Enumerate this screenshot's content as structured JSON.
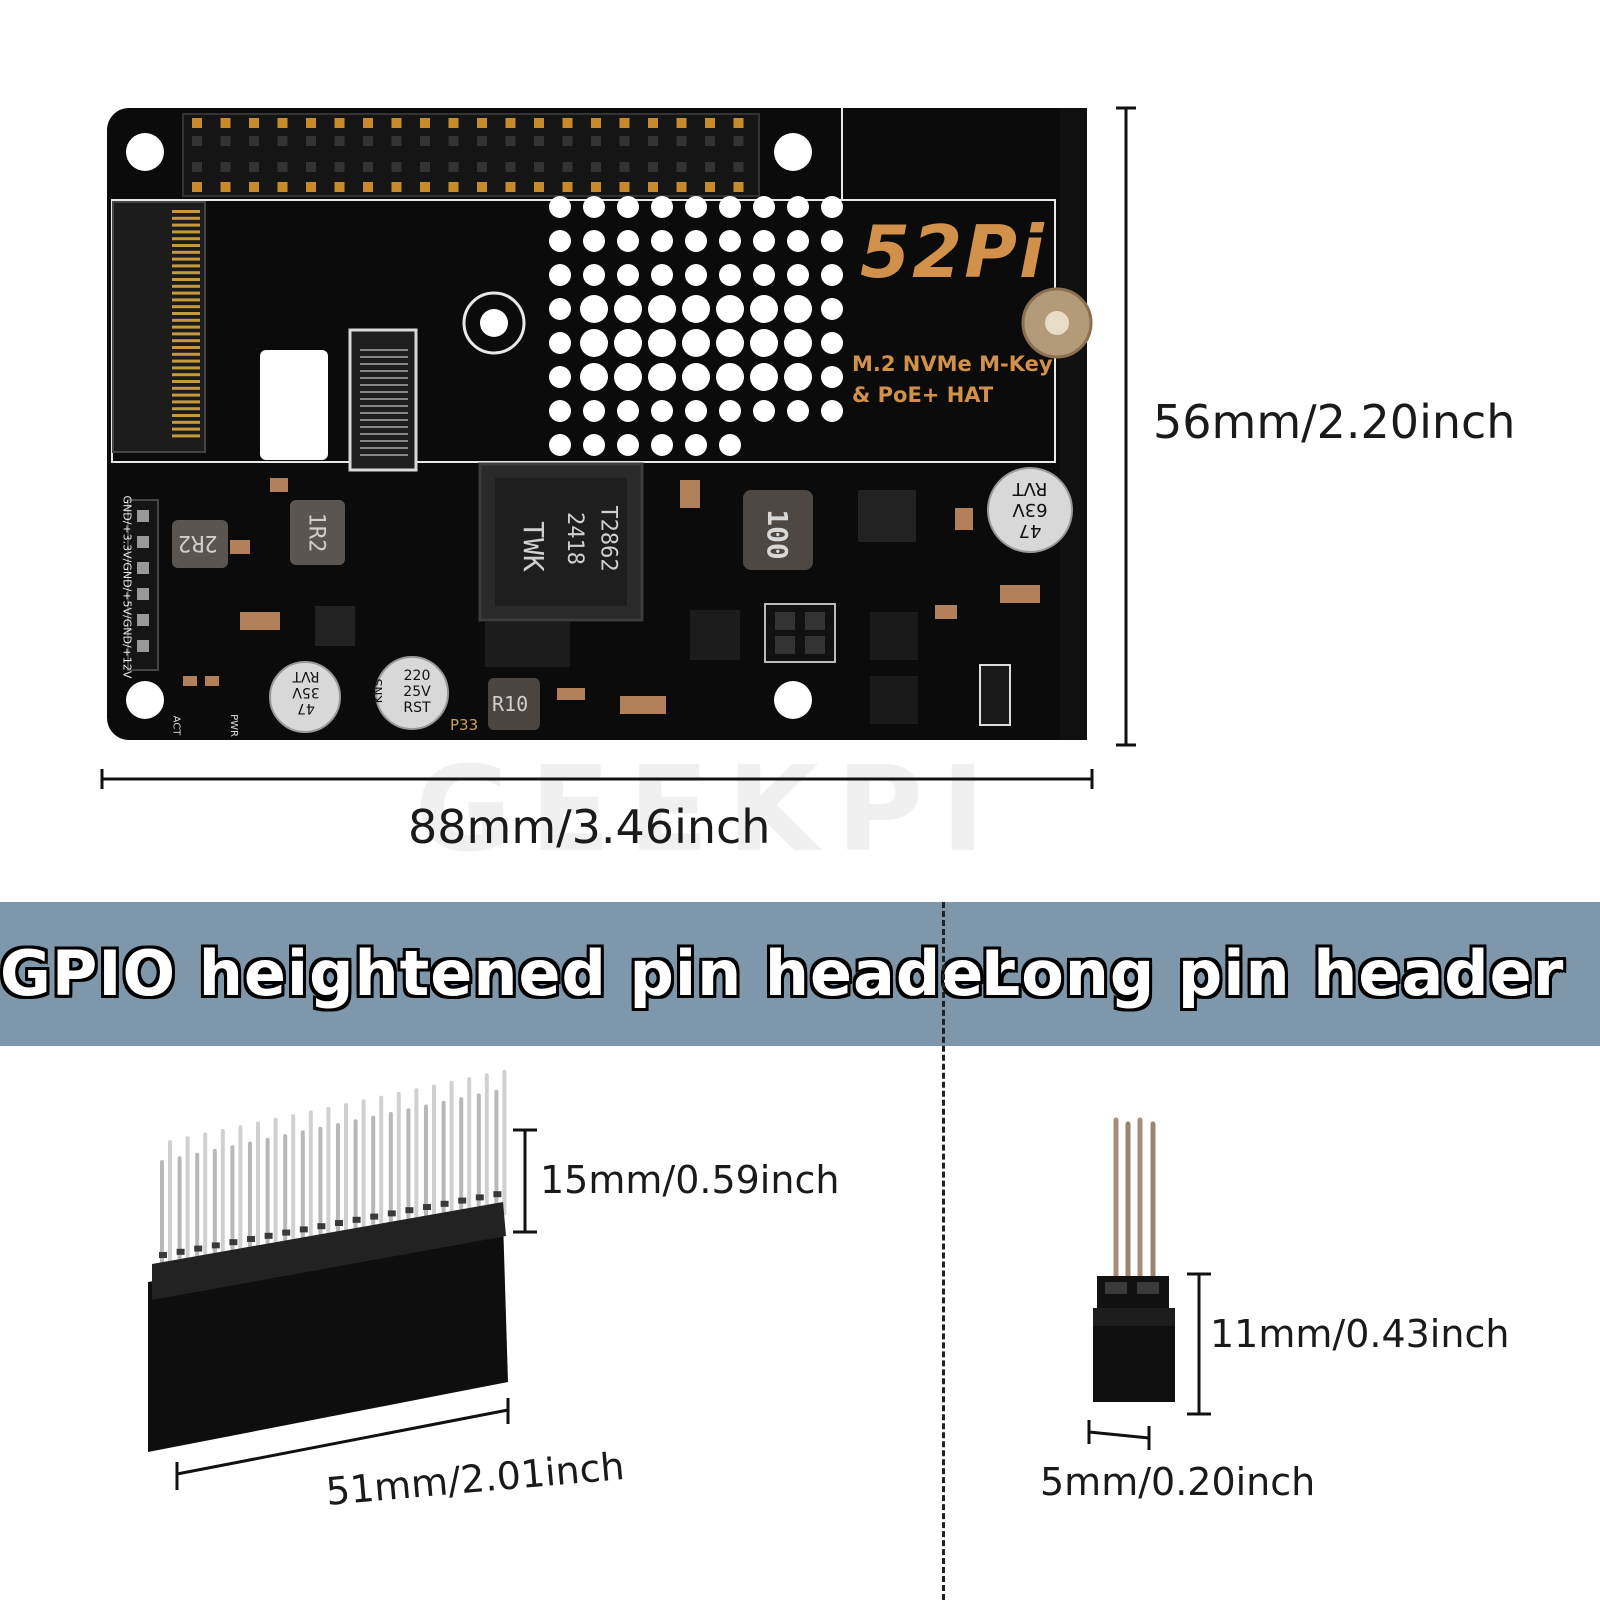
{
  "board": {
    "brand_logo": "52Pi",
    "product_line1": "M.2 NVMe M-Key",
    "product_line2": "& PoE+ HAT",
    "pin_label": "GND/+3.3V/GND/+5V/GND/+12V",
    "mark_p33": "P33",
    "mark_act": "ACT",
    "mark_pwr": "PWR",
    "inductor_2r2": "2R2",
    "inductor_1r2": "1R2",
    "inductor_100": "100",
    "inductor_r10": "R10",
    "transformer_line1": "TWK",
    "transformer_line2": "2418",
    "transformer_line3": "T2862",
    "cap_left_line1": "47",
    "cap_left_line2": "35V",
    "cap_left_line3": "RVT",
    "cap_mid_line1": "220",
    "cap_mid_line2": "25V",
    "cap_mid_line3": "RST",
    "cap_mid_side": "KNS",
    "cap_right_line1": "47",
    "cap_right_line2": "63V",
    "cap_right_line3": "RVT"
  },
  "dimensions": {
    "height": "56mm/2.20inch",
    "width": "88mm/3.46inch"
  },
  "watermark": "GEEKPI",
  "sections": {
    "left_title": "GPIO heightened pin header",
    "right_title": "Long pin header",
    "gpio_pin_length": "15mm/0.59inch",
    "gpio_width": "51mm/2.01inch",
    "long_height": "11mm/0.43inch",
    "long_width": "5mm/0.20inch"
  }
}
